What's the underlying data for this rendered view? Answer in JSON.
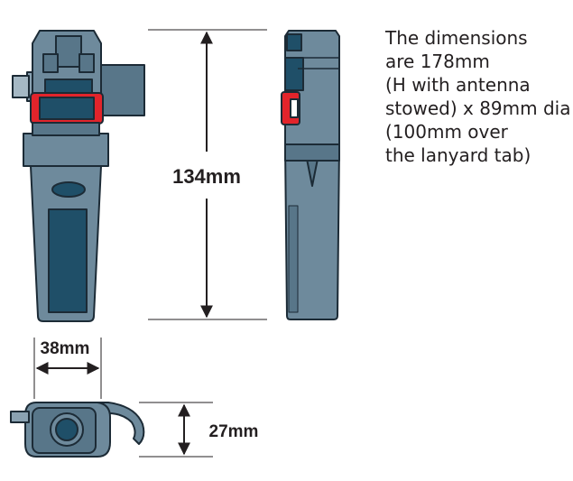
{
  "dimensions": {
    "height_label": "134mm",
    "width_label": "38mm",
    "depth_label": "27mm"
  },
  "description": {
    "lines": [
      "The dimensions",
      "are 178mm",
      "(H with antenna",
      "stowed) x 89mm dia",
      "(100mm over",
      "the lanyard tab)"
    ]
  },
  "colors": {
    "body_light": "#6e8a9c",
    "body_mid": "#587689",
    "body_dark": "#1f4f68",
    "outline": "#1c2b36",
    "clip_red": "#e2242b",
    "dimension_line": "#231f20"
  }
}
